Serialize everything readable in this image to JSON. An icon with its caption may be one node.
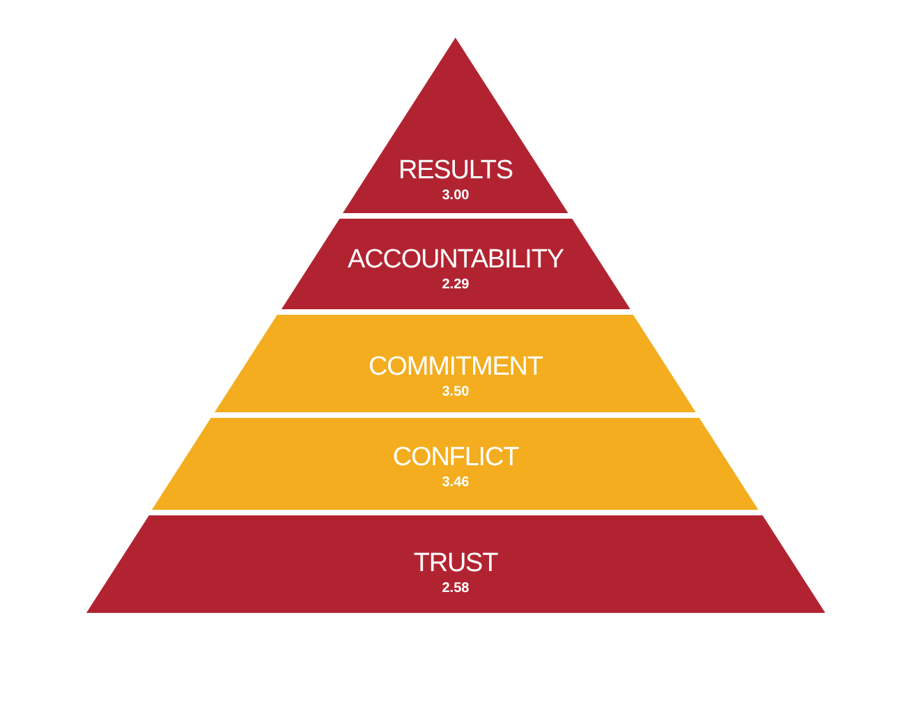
{
  "diagram": {
    "nodes": [
      {
        "text": [
          "RESULTS",
          "3.00"
        ]
      },
      {
        "text": [
          "ACCOUNTABILITY",
          "2.29"
        ]
      },
      {
        "text": [
          "COMMITMENT",
          "3.50"
        ]
      },
      {
        "text": [
          "CONFLICT",
          "3.46"
        ]
      },
      {
        "text": [
          "TRUST",
          "2.58"
        ]
      }
    ]
  }
}
